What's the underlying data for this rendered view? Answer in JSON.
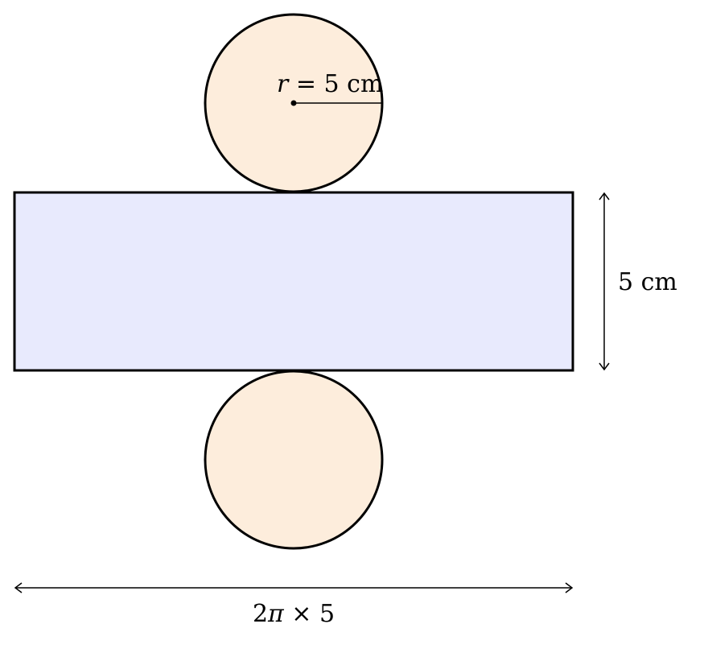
{
  "diagram": {
    "radius_label": {
      "variable": "r",
      "rest": " = 5 cm"
    },
    "height_label": "5 cm",
    "width_label": {
      "prefix": "2",
      "pi": "π",
      "rest": " × 5"
    },
    "colors": {
      "circle_fill": "#FDEDDC",
      "rectangle_fill": "#E8EAFD",
      "stroke": "#000000"
    }
  }
}
